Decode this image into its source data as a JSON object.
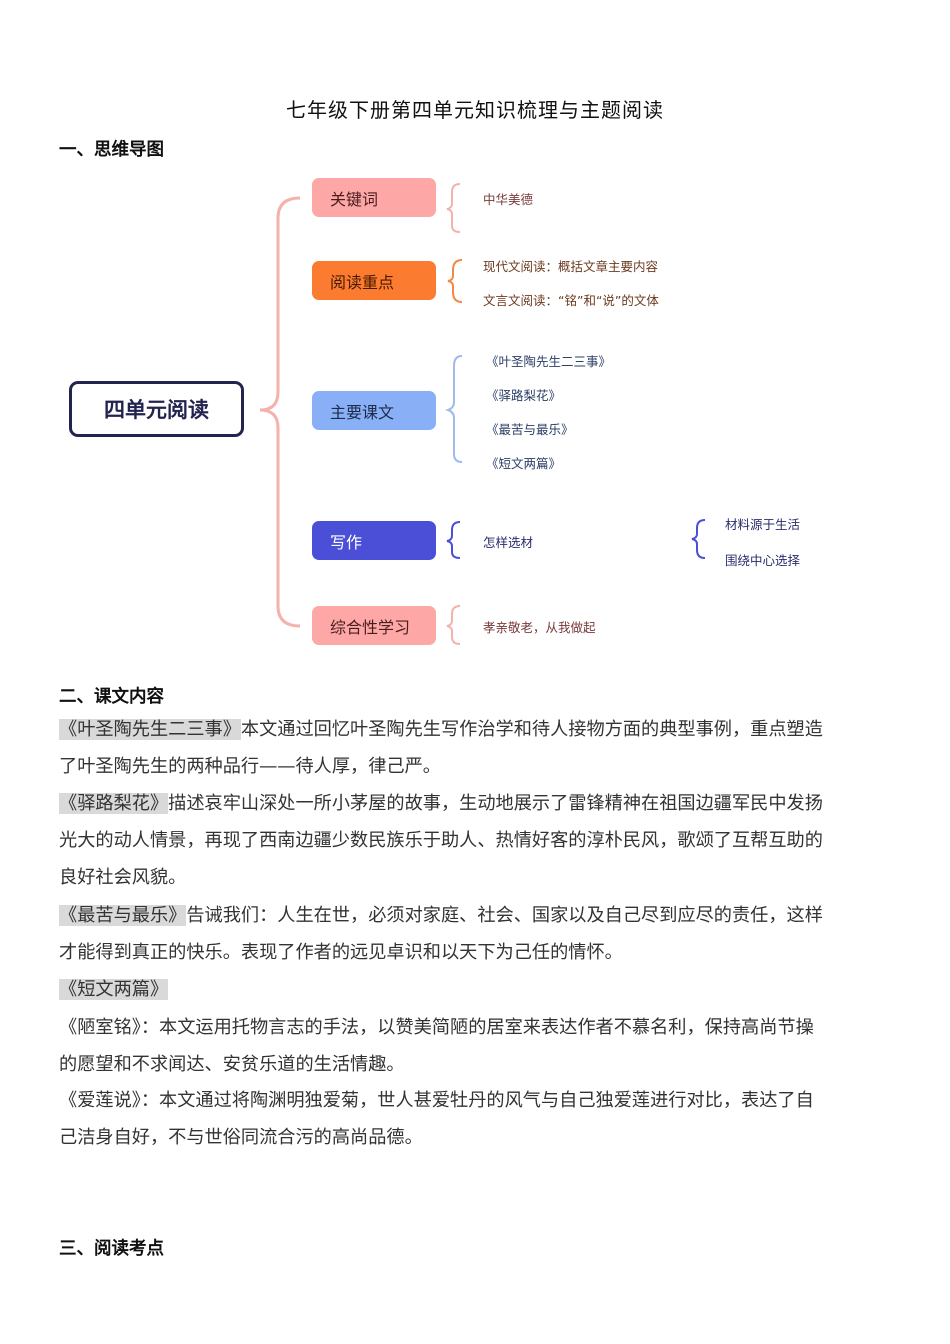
{
  "document": {
    "title": "七年级下册第四单元知识梳理与主题阅读"
  },
  "sections": {
    "s1": "一、思维导图",
    "s2": "二、课文内容",
    "s3": "三、阅读考点"
  },
  "mindmap": {
    "root": {
      "label": "四单元阅读",
      "border_color": "#23234f"
    },
    "branches": [
      {
        "label": "关键词",
        "bg": "#fda7a7",
        "text_color": "#4a1d1d",
        "bracket_color": "#f4b2ad",
        "leaves": [
          "中华美德"
        ],
        "leaf_color": "#7a3a3a"
      },
      {
        "label": "阅读重点",
        "bg": "#fb7b31",
        "text_color": "#4a1a00",
        "bracket_color": "#f08a46",
        "leaves": [
          "现代文阅读：概括文章主要内容",
          "文言文阅读：“铭”和“说”的文体"
        ],
        "leaf_color": "#6b3a1e"
      },
      {
        "label": "主要课文",
        "bg": "#89aff7",
        "text_color": "#1d2b4a",
        "bracket_color": "#9fbbee",
        "leaves": [
          "《叶圣陶先生二三事》",
          "《驿路梨花》",
          "《最苦与最乐》",
          "《短文两篇》"
        ],
        "leaf_color": "#2a3e66"
      },
      {
        "label": "写作",
        "bg": "#4b4fd8",
        "text_color": "#ffffff",
        "bracket_color": "#4b4fd8",
        "leaves": [
          "怎样选材"
        ],
        "leaf_color": "#2a2c6b",
        "sub_leaves": [
          "材料源于生活",
          "围绕中心选择"
        ]
      },
      {
        "label": "综合性学习",
        "bg": "#fda7a7",
        "text_color": "#4a1d1d",
        "bracket_color": "#f4b2ad",
        "leaves": [
          "孝亲敬老，从我做起"
        ],
        "leaf_color": "#7a3a3a"
      }
    ],
    "connector_color": "#f4b2ad"
  },
  "content": {
    "p1": {
      "title": "《叶圣陶先生二三事》",
      "lines": [
        "本文通过回忆叶圣陶先生写作治学和待人接物方面的典型事例，重点塑造",
        "了叶圣陶先生的两种品行——待人厚，律己严。"
      ]
    },
    "p2": {
      "title": "《驿路梨花》",
      "lines": [
        "描述哀牢山深处一所小茅屋的故事，生动地展示了雷锋精神在祖国边疆军民中发扬",
        "光大的动人情景，再现了西南边疆少数民族乐于助人、热情好客的淳朴民风，歌颂了互帮互助的",
        "良好社会风貌。"
      ]
    },
    "p3": {
      "title": "《最苦与最乐》",
      "lines": [
        "告诫我们：人生在世，必须对家庭、社会、国家以及自己尽到应尽的责任，这样",
        "才能得到真正的快乐。表现了作者的远见卓识和以天下为己任的情怀。"
      ]
    },
    "p4": {
      "title": "《短文两篇》"
    },
    "p5": {
      "lines": [
        "《陋室铭》：本文运用托物言志的手法，以赞美简陋的居室来表达作者不慕名利，保持高尚节操",
        "的愿望和不求闻达、安贫乐道的生活情趣。"
      ]
    },
    "p6": {
      "lines": [
        "《爱莲说》：本文通过将陶渊明独爱菊，世人甚爱牡丹的风气与自己独爱莲进行对比，表达了自",
        "己洁身自好，不与世俗同流合污的高尚品德。"
      ]
    },
    "highlight_color": "#d9d9d9"
  }
}
